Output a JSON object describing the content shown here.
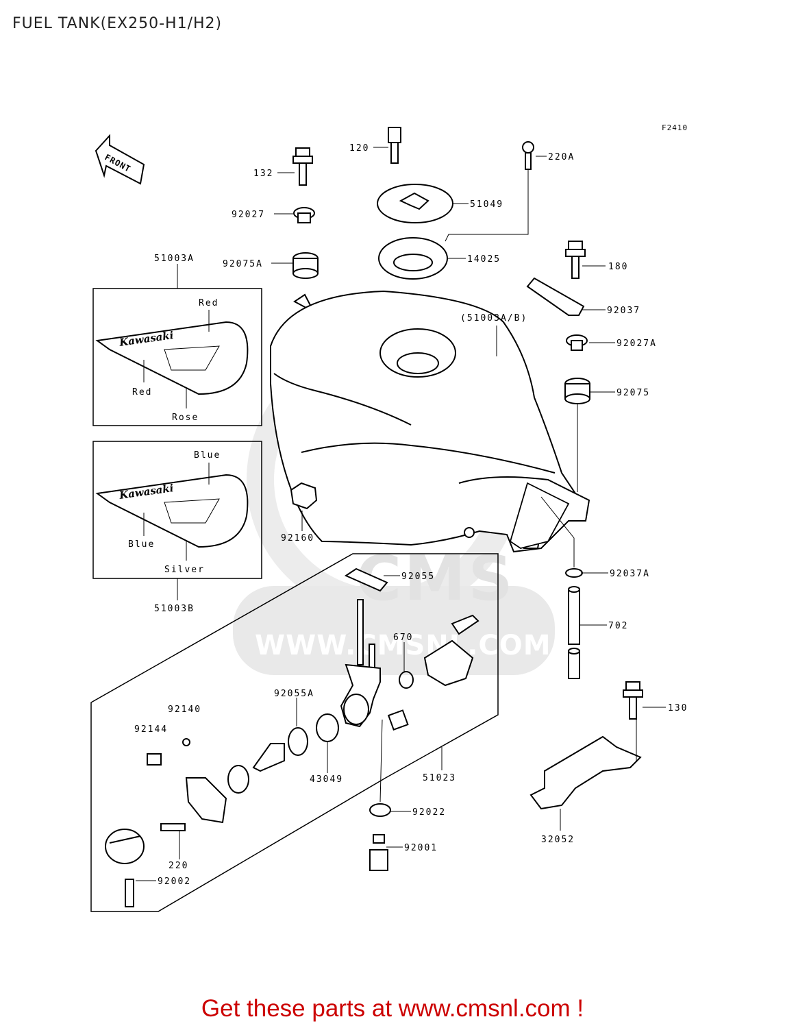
{
  "page": {
    "title": "FUEL TANK(EX250-H1/H2)",
    "figure_id": "F2410",
    "call_to_action": "Get these parts at www.cmsnl.com !",
    "watermark_text": "WWW.CMSNL.COM",
    "watermark_logo_text": "CMS",
    "cta_color": "#cc0000",
    "watermark_color": "#e9e9e9"
  },
  "front_arrow": {
    "label": "FRONT"
  },
  "parts": [
    {
      "id": "p120",
      "label": "120"
    },
    {
      "id": "p220a",
      "label": "220A"
    },
    {
      "id": "p132",
      "label": "132"
    },
    {
      "id": "p51049",
      "label": "51049"
    },
    {
      "id": "p92027",
      "label": "92027"
    },
    {
      "id": "p51003a",
      "label": "51003A"
    },
    {
      "id": "p92075a",
      "label": "92075A"
    },
    {
      "id": "p14025",
      "label": "14025"
    },
    {
      "id": "p180",
      "label": "180"
    },
    {
      "id": "p92037",
      "label": "92037"
    },
    {
      "id": "p51003ab",
      "label": "(51003A/B)"
    },
    {
      "id": "p92027a",
      "label": "92027A"
    },
    {
      "id": "p92075",
      "label": "92075"
    },
    {
      "id": "p92160",
      "label": "92160"
    },
    {
      "id": "p92037a",
      "label": "92037A"
    },
    {
      "id": "p92055",
      "label": "92055"
    },
    {
      "id": "p51003b",
      "label": "51003B"
    },
    {
      "id": "p702",
      "label": "702"
    },
    {
      "id": "p670",
      "label": "670"
    },
    {
      "id": "p92140",
      "label": "92140"
    },
    {
      "id": "p92055a",
      "label": "92055A"
    },
    {
      "id": "p130",
      "label": "130"
    },
    {
      "id": "p92144",
      "label": "92144"
    },
    {
      "id": "p43049",
      "label": "43049"
    },
    {
      "id": "p51023",
      "label": "51023"
    },
    {
      "id": "p92022",
      "label": "92022"
    },
    {
      "id": "p32052",
      "label": "32052"
    },
    {
      "id": "p220",
      "label": "220"
    },
    {
      "id": "p92001",
      "label": "92001"
    },
    {
      "id": "p92002",
      "label": "92002"
    }
  ],
  "decal_red": {
    "brand": "Kawasaki",
    "color_top": "Red",
    "color_mid": "Red",
    "color_bottom": "Rose"
  },
  "decal_blue": {
    "brand": "Kawasaki",
    "color_top": "Blue",
    "color_mid": "Blue",
    "color_bottom": "Silver"
  }
}
